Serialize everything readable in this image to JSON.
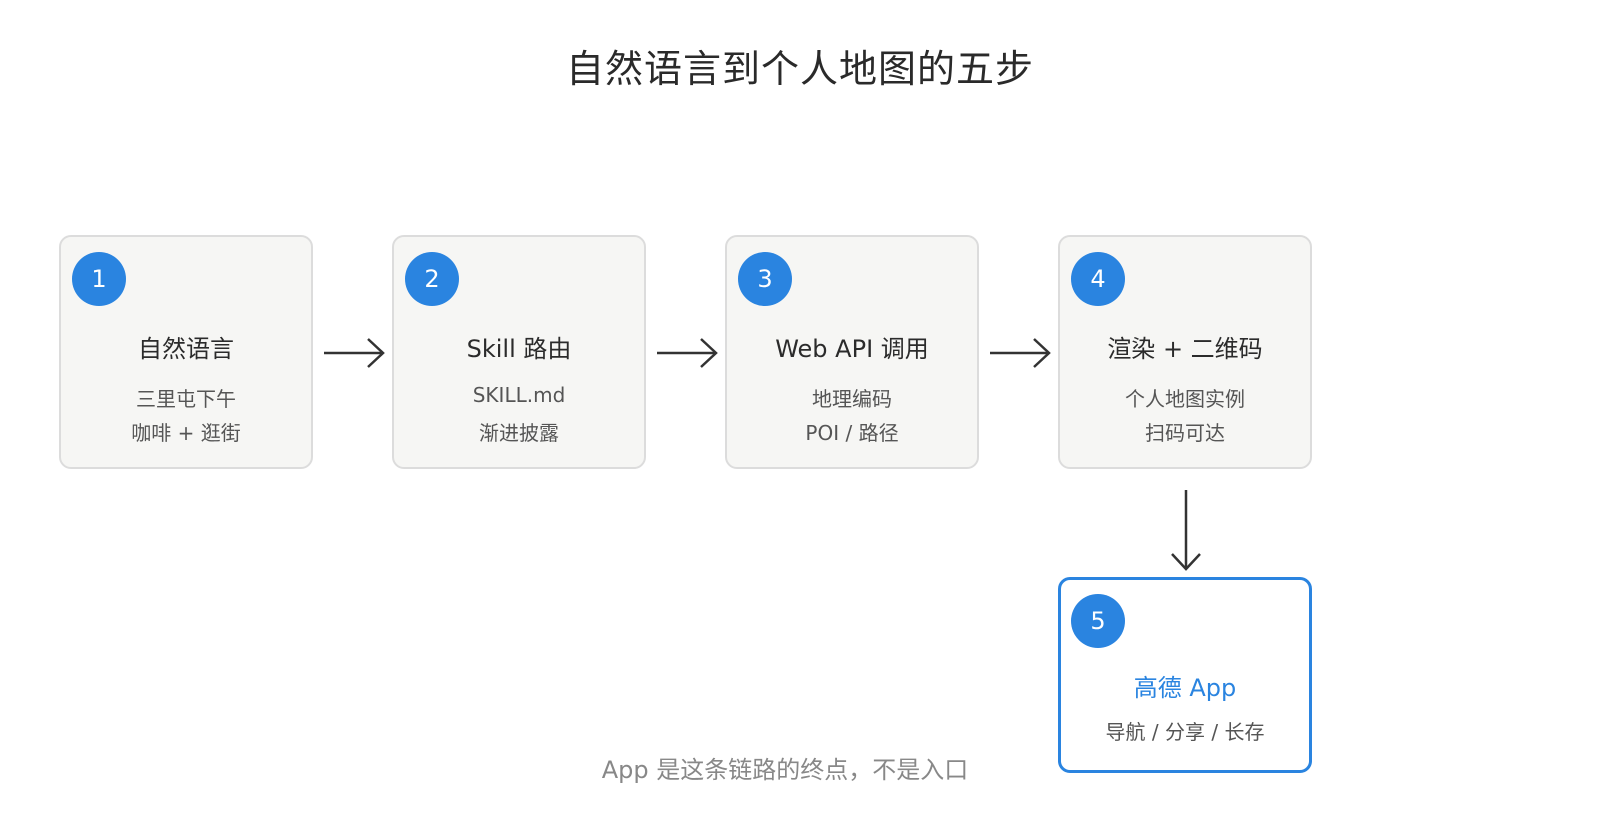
{
  "title": "自然语言到个人地图的五步",
  "steps": [
    {
      "number": "1",
      "title": "自然语言",
      "line1": "三里屯下午",
      "line2": "咖啡 + 逛街"
    },
    {
      "number": "2",
      "title": "Skill 路由",
      "line1": "SKILL.md",
      "line2": "渐进披露"
    },
    {
      "number": "3",
      "title": "Web API 调用",
      "line1": "地理编码",
      "line2": "POI / 路径"
    },
    {
      "number": "4",
      "title": "渲染 + 二维码",
      "line1": "个人地图实例",
      "line2": "扫码可达"
    },
    {
      "number": "5",
      "title": "高德 App",
      "line1": "导航 / 分享 / 长存"
    }
  ],
  "footnote": "App 是这条链路的终点，不是入口",
  "colors": {
    "accent": "#2a84e0",
    "card_bg": "#f6f6f4",
    "card_border": "#dcdcdc",
    "arrow": "#333333"
  }
}
